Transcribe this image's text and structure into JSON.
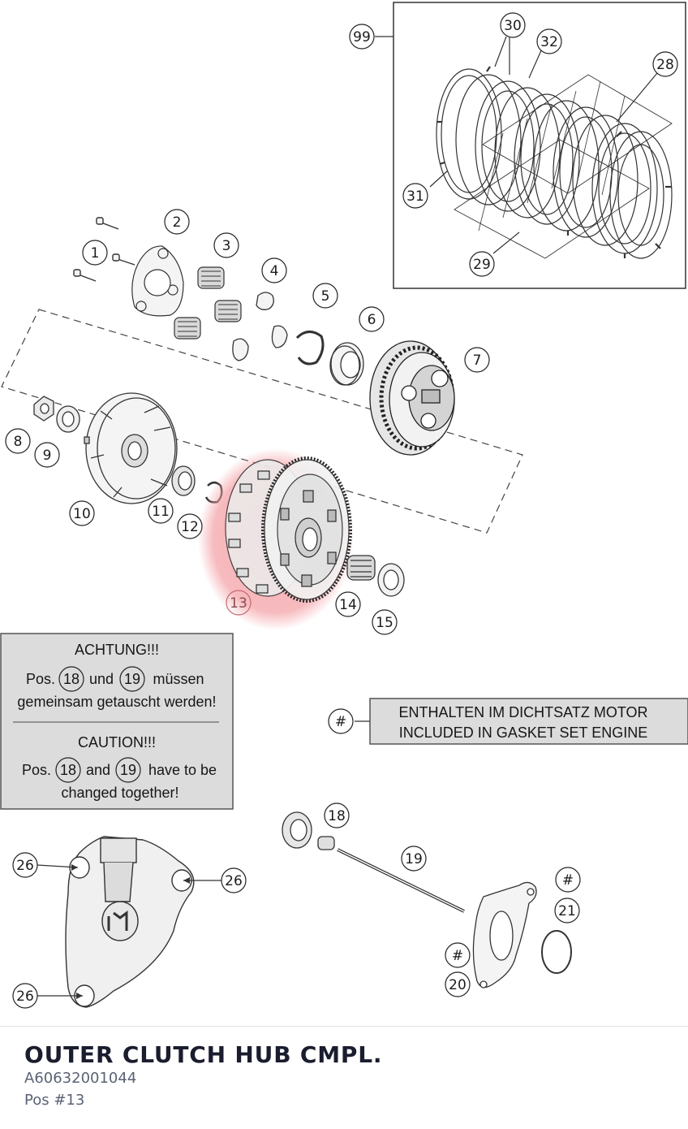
{
  "part": {
    "title": "OUTER CLUTCH HUB CMPL.",
    "part_number": "A60632001044",
    "position": "Pos #13"
  },
  "diagram": {
    "highlight_color": "#f4a3a8",
    "callouts": {
      "n1": "1",
      "n2": "2",
      "n3": "3",
      "n4": "4",
      "n5": "5",
      "n6": "6",
      "n7": "7",
      "n8": "8",
      "n9": "9",
      "n10": "10",
      "n11": "11",
      "n12": "12",
      "n13": "13",
      "n14": "14",
      "n15": "15",
      "n18": "18",
      "n19": "19",
      "n20": "20",
      "n21": "21",
      "n26a": "26",
      "n26b": "26",
      "n26c": "26",
      "n28": "28",
      "n29": "29",
      "n30": "30",
      "n31": "31",
      "n32": "32",
      "n99": "99",
      "hash_legend": "#",
      "hash_20": "#",
      "hash_21": "#"
    },
    "warning": {
      "de_title": "ACHTUNG!!!",
      "de_pos": "Pos.",
      "de_ref1": "18",
      "de_and": "und",
      "de_ref2": "19",
      "de_tail": "müssen",
      "de_line2": "gemeinsam getauscht werden!",
      "en_title": "CAUTION!!!",
      "en_pos": "Pos.",
      "en_ref1": "18",
      "en_and": "and",
      "en_ref2": "19",
      "en_tail": "have to be",
      "en_line2": "changed together!"
    },
    "gasket_legend": {
      "line1": "ENTHALTEN IM DICHTSATZ MOTOR",
      "line2": "INCLUDED IN GASKET SET ENGINE"
    }
  }
}
